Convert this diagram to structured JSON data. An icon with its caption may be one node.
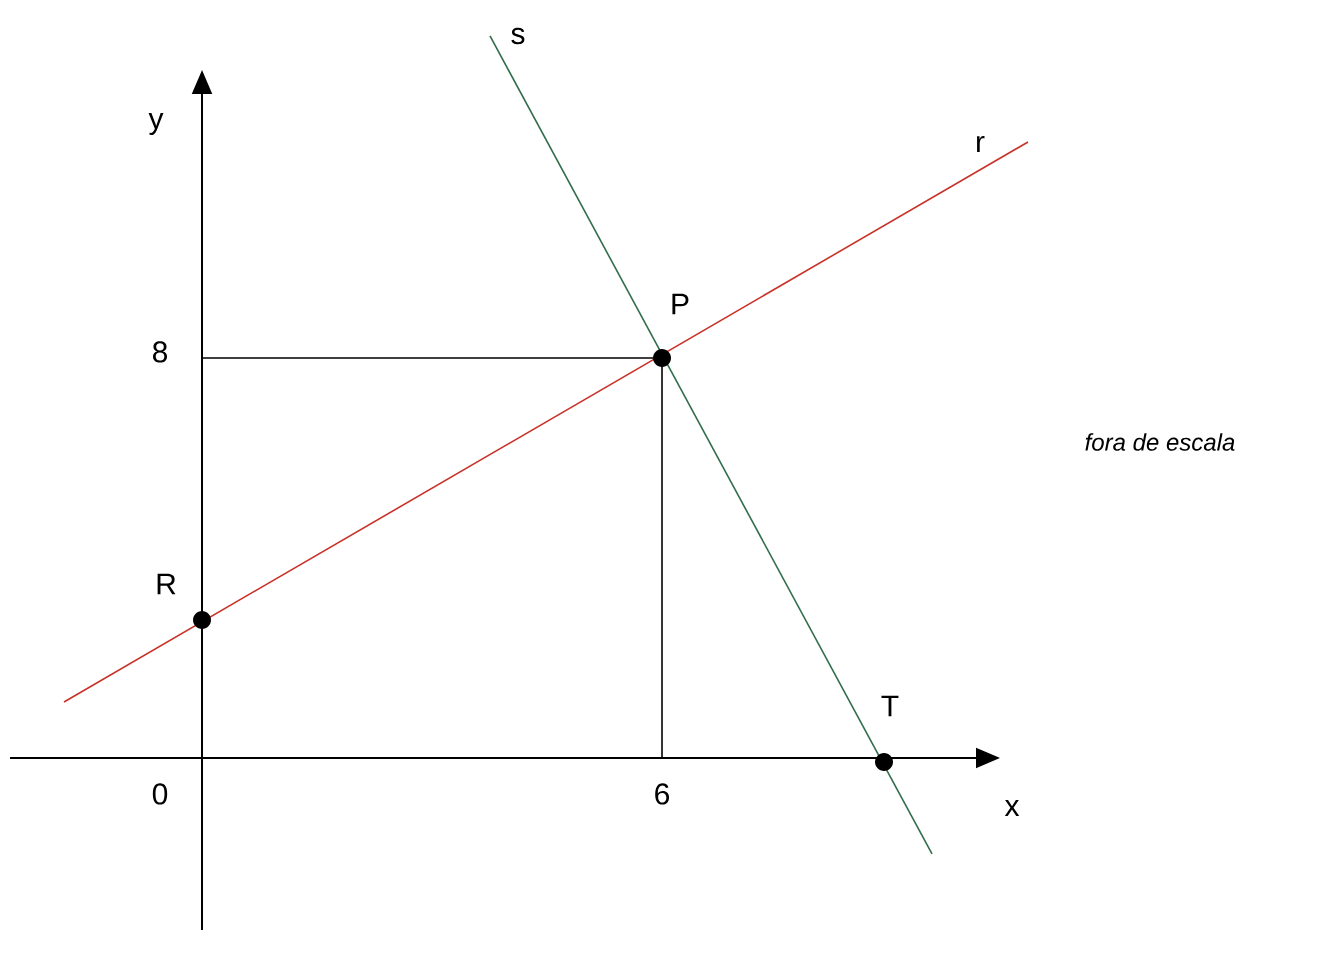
{
  "diagram": {
    "nodes": [
      {
        "text": [],
        "shape": "circle",
        "beside": [
          "P"
        ]
      },
      {
        "text": [],
        "shape": "circle",
        "beside": [
          "R"
        ]
      },
      {
        "text": [],
        "shape": "circle",
        "beside": [
          "T"
        ]
      }
    ],
    "labels": [
      "y",
      "8",
      "0",
      "6",
      "x",
      "s",
      "r",
      "fora de escala"
    ]
  }
}
